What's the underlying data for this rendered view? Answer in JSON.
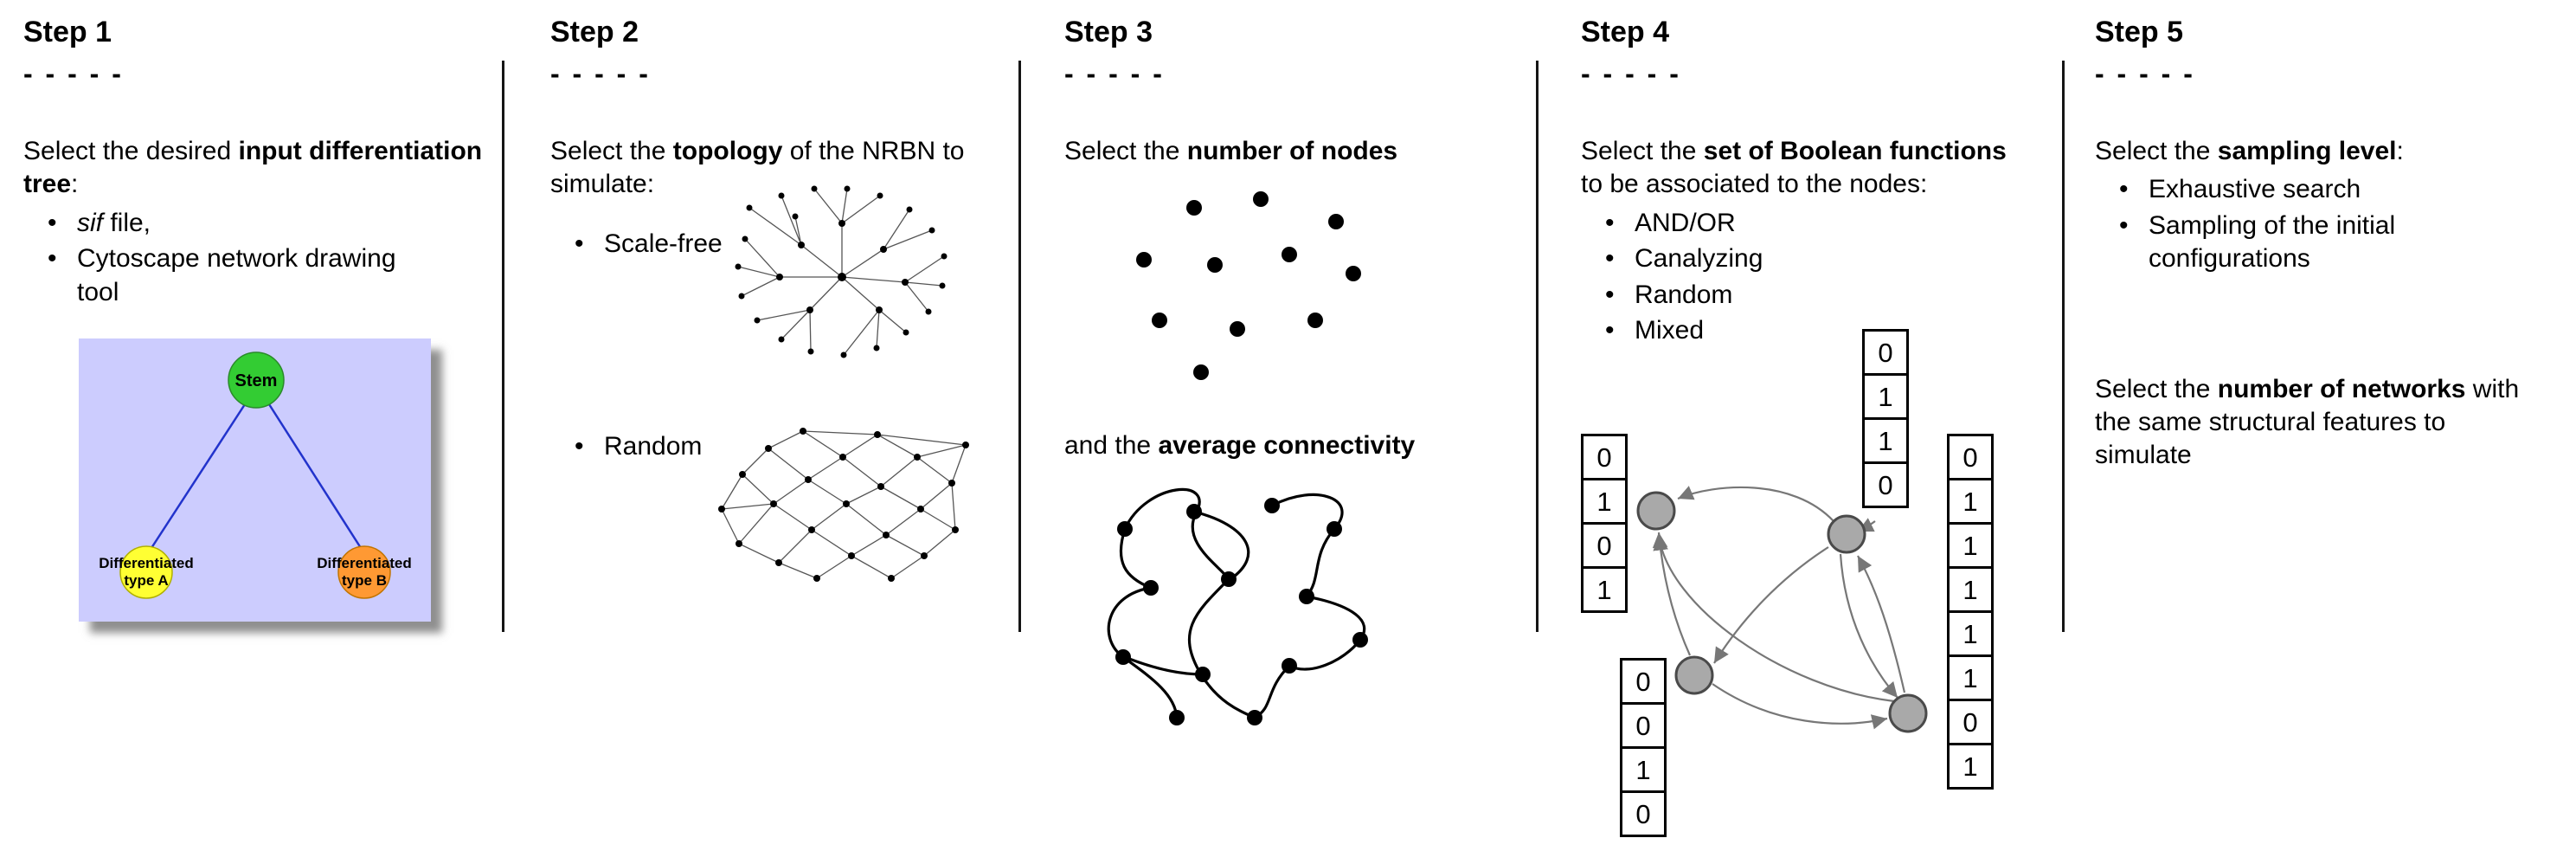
{
  "step1": {
    "title": "Step 1",
    "dashes": "- - - - -",
    "intro": {
      "pre": "Select the desired ",
      "bold": "input differentiation tree",
      "post": ":"
    },
    "bullets": [
      {
        "italic": "sif",
        "text": " file,"
      },
      {
        "text": "Cytoscape network drawing tool"
      }
    ],
    "tree": {
      "root": "Stem",
      "left_line1": "Differentiated",
      "left_line2": "type A",
      "right_line1": "Differentiated",
      "right_line2": "type B",
      "colors": {
        "background": "#ccccfe",
        "root": "#33cc33",
        "left": "#ffff33",
        "right": "#ff9933",
        "edge": "#2233cc"
      }
    }
  },
  "step2": {
    "title": "Step 2",
    "dashes": "- - - - -",
    "intro": {
      "pre": "Select the ",
      "bold": "topology",
      "post": " of the NRBN to simulate:"
    },
    "bullets": [
      {
        "text": "Scale-free"
      },
      {
        "text": "Random"
      }
    ]
  },
  "step3": {
    "title": "Step 3",
    "dashes": "- - - - -",
    "intro": {
      "pre": "Select the ",
      "bold": "number of nodes",
      "post": ""
    },
    "second": {
      "pre": "and the ",
      "bold": "average connectivity",
      "post": ""
    }
  },
  "step4": {
    "title": "Step 4",
    "dashes": "- - - - -",
    "intro": {
      "pre": "Select the ",
      "bold": "set of Boolean functions",
      "post": " to be associated to the nodes:"
    },
    "bullets": [
      {
        "text": "AND/OR"
      },
      {
        "text": "Canalyzing"
      },
      {
        "text": "Random"
      },
      {
        "text": "Mixed"
      }
    ],
    "tables": {
      "left": [
        "0",
        "1",
        "0",
        "1"
      ],
      "top": [
        "0",
        "1",
        "1",
        "0"
      ],
      "bottomLeft": [
        "0",
        "0",
        "1",
        "0"
      ],
      "right": [
        "0",
        "1",
        "1",
        "1",
        "1",
        "1",
        "0",
        "1"
      ]
    }
  },
  "step5": {
    "title": "Step 5",
    "dashes": "- - - - -",
    "intro": {
      "pre": "Select the ",
      "bold": "sampling level",
      "post": ":"
    },
    "bullets": [
      {
        "text": "Exhaustive search"
      },
      {
        "text": "Sampling of the initial configurations"
      }
    ],
    "second": {
      "pre": "Select the ",
      "bold": "number of networks",
      "post": " with the same structural features to simulate"
    }
  }
}
